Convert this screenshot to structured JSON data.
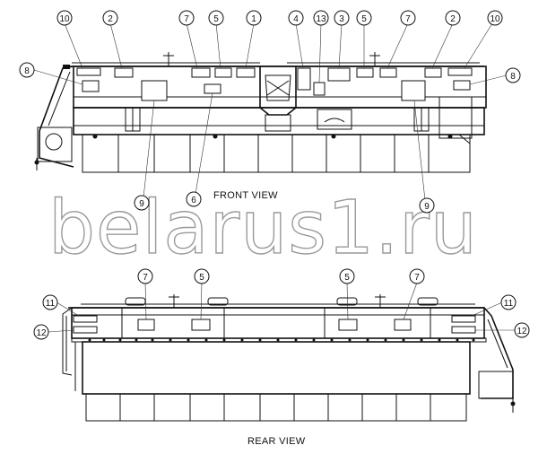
{
  "views": {
    "front": {
      "title": "FRONT VIEW"
    },
    "rear": {
      "title": "REAR VIEW"
    }
  },
  "watermark": "belarus1.ru",
  "callouts": {
    "front": [
      "10",
      "2",
      "7",
      "5",
      "1",
      "4",
      "13",
      "3",
      "5",
      "7",
      "2",
      "10",
      "8",
      "8",
      "9",
      "6",
      "9"
    ],
    "rear": [
      "7",
      "5",
      "5",
      "7",
      "11",
      "11",
      "12",
      "12"
    ]
  }
}
